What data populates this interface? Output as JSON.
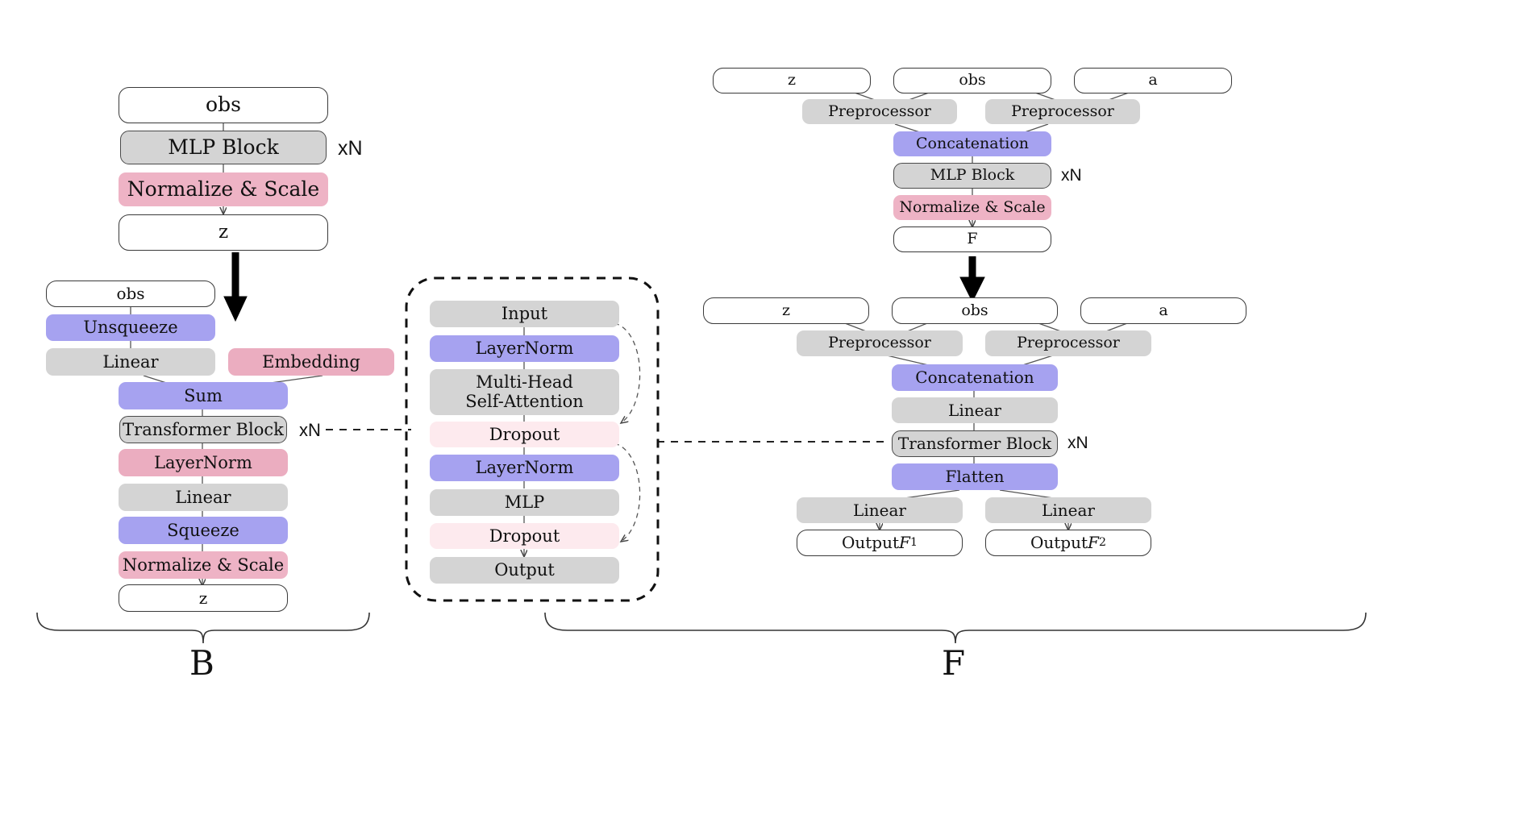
{
  "diagram": {
    "title_blocks": {
      "b_label": "B",
      "f_label": "F"
    },
    "multiplier_label": "xN",
    "colors": {
      "grey": "#d4d4d4",
      "pink": "#eeb3c5",
      "blue": "#a6a2f0",
      "faint_pink": "#fdeaee",
      "white": "#ffffff",
      "outline": "#3a3a3a"
    }
  },
  "top_left_encoder": {
    "nodes": [
      {
        "id": "obs",
        "label": "obs",
        "style": "io"
      },
      {
        "id": "mlp",
        "label": "MLP Block",
        "style": "grey-out"
      },
      {
        "id": "norm",
        "label": "Normalize & Scale",
        "style": "pink"
      },
      {
        "id": "z",
        "label": "z",
        "style": "io"
      }
    ],
    "mult": "xN"
  },
  "b_branch": {
    "nodes": [
      {
        "id": "obs",
        "label": "obs",
        "style": "io"
      },
      {
        "id": "unsqueeze",
        "label": "Unsqueeze",
        "style": "blue"
      },
      {
        "id": "linear1",
        "label": "Linear",
        "style": "grey"
      },
      {
        "id": "embedding",
        "label": "Embedding",
        "style": "pink2"
      },
      {
        "id": "sum",
        "label": "Sum",
        "style": "blue"
      },
      {
        "id": "tblock",
        "label": "Transformer Block",
        "style": "grey-out"
      },
      {
        "id": "layernorm",
        "label": "LayerNorm",
        "style": "pink2"
      },
      {
        "id": "linear2",
        "label": "Linear",
        "style": "grey"
      },
      {
        "id": "squeeze",
        "label": "Squeeze",
        "style": "blue"
      },
      {
        "id": "norm",
        "label": "Normalize & Scale",
        "style": "pink"
      },
      {
        "id": "z",
        "label": "z",
        "style": "io"
      }
    ],
    "mult": "xN",
    "brace_label": "B"
  },
  "transformer_block": {
    "nodes": [
      {
        "id": "input",
        "label": "Input",
        "style": "grey"
      },
      {
        "id": "ln1",
        "label": "LayerNorm",
        "style": "blue"
      },
      {
        "id": "mhsa",
        "label_line1": "Multi-Head",
        "label_line2": "Self-Attention",
        "style": "grey"
      },
      {
        "id": "drop1",
        "label": "Dropout",
        "style": "faint"
      },
      {
        "id": "ln2",
        "label": "LayerNorm",
        "style": "blue"
      },
      {
        "id": "mlp",
        "label": "MLP",
        "style": "grey"
      },
      {
        "id": "drop2",
        "label": "Dropout",
        "style": "faint"
      },
      {
        "id": "output",
        "label": "Output",
        "style": "grey"
      }
    ]
  },
  "top_right_f": {
    "inputs": [
      {
        "id": "z",
        "label": "z"
      },
      {
        "id": "obs",
        "label": "obs"
      },
      {
        "id": "a",
        "label": "a"
      }
    ],
    "preprocessors": [
      {
        "id": "pre1",
        "label": "Preprocessor"
      },
      {
        "id": "pre2",
        "label": "Preprocessor"
      }
    ],
    "nodes": [
      {
        "id": "concat",
        "label": "Concatenation",
        "style": "blue"
      },
      {
        "id": "mlp",
        "label": "MLP Block",
        "style": "grey-out"
      },
      {
        "id": "norm",
        "label": "Normalize & Scale",
        "style": "pink"
      },
      {
        "id": "f",
        "label": "F",
        "style": "io"
      }
    ],
    "mult": "xN"
  },
  "bottom_right_f": {
    "inputs": [
      {
        "id": "z",
        "label": "z"
      },
      {
        "id": "obs",
        "label": "obs"
      },
      {
        "id": "a",
        "label": "a"
      }
    ],
    "preprocessors": [
      {
        "id": "pre1",
        "label": "Preprocessor"
      },
      {
        "id": "pre2",
        "label": "Preprocessor"
      }
    ],
    "nodes": [
      {
        "id": "concat",
        "label": "Concatenation",
        "style": "blue"
      },
      {
        "id": "linear",
        "label": "Linear",
        "style": "grey"
      },
      {
        "id": "tblock",
        "label": "Transformer Block",
        "style": "grey-out"
      },
      {
        "id": "flatten",
        "label": "Flatten",
        "style": "blue"
      }
    ],
    "heads": [
      {
        "id": "head1_linear",
        "label": "Linear"
      },
      {
        "id": "head2_linear",
        "label": "Linear"
      }
    ],
    "outputs": [
      {
        "id": "out1",
        "prefix": "Output ",
        "symbol": "F",
        "sub": "1"
      },
      {
        "id": "out2",
        "prefix": "Output ",
        "symbol": "F",
        "sub": "2"
      }
    ],
    "mult": "xN",
    "brace_label": "F"
  }
}
